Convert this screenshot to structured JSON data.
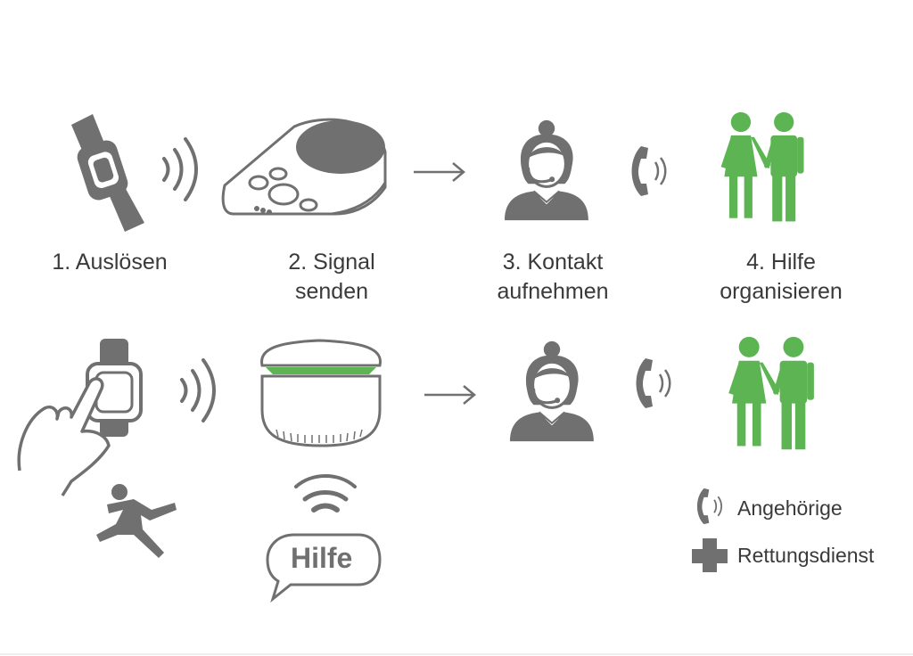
{
  "colors": {
    "grey": "#707070",
    "green": "#5cb552"
  },
  "steps": [
    {
      "line1": "1. Auslösen",
      "line2": ""
    },
    {
      "line1": "2. Signal",
      "line2": "senden"
    },
    {
      "line1": "3. Kontakt",
      "line2": "aufnehmen"
    },
    {
      "line1": "4. Hilfe",
      "line2": "organisieren"
    }
  ],
  "speech_bubble": "Hilfe",
  "legend": [
    {
      "icon": "phone-icon",
      "label": "Angehörige"
    },
    {
      "icon": "cross-icon",
      "label": "Rettungsdienst"
    }
  ]
}
